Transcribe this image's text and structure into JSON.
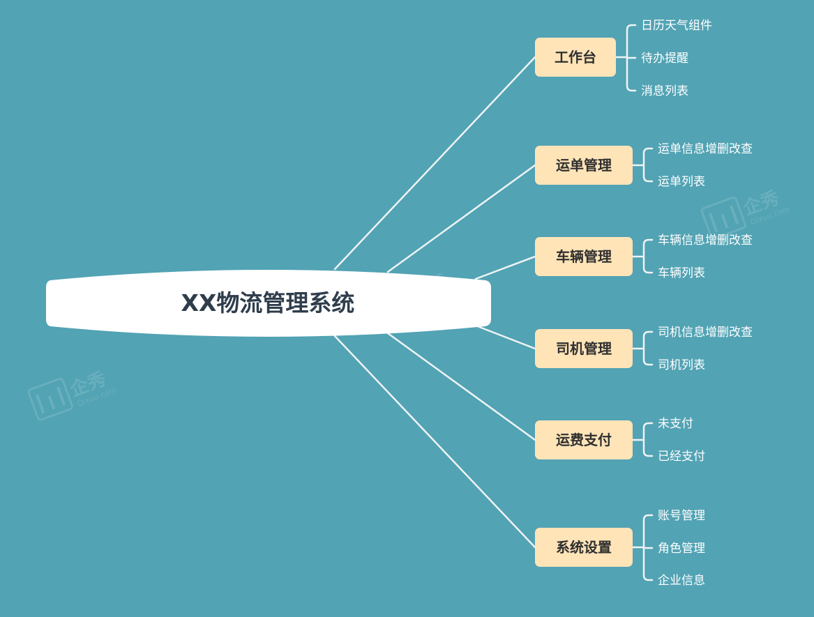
{
  "root": {
    "label": "XX物流管理系统"
  },
  "branches": [
    {
      "label": "工作台",
      "children": [
        "日历天气组件",
        "待办提醒",
        "消息列表"
      ]
    },
    {
      "label": "运单管理",
      "children": [
        "运单信息增删改查",
        "运单列表"
      ]
    },
    {
      "label": "车辆管理",
      "children": [
        "车辆信息增删改查",
        "车辆列表"
      ]
    },
    {
      "label": "司机管理",
      "children": [
        "司机信息增删改查",
        "司机列表"
      ]
    },
    {
      "label": "运费支付",
      "children": [
        "未支付",
        "已经支付"
      ]
    },
    {
      "label": "系统设置",
      "children": [
        "账号管理",
        "角色管理",
        "企业信息"
      ]
    }
  ],
  "watermark": {
    "brand": "企秀",
    "domain": "Qixuu.com"
  },
  "colors": {
    "background": "#52a3b4",
    "root_fill": "#ffffff",
    "root_text": "#2f3d4c",
    "branch_fill": "#ffe4b8",
    "branch_text": "#2f2f2f",
    "connector": "#eef4f5",
    "leaf_text": "#ffffff"
  }
}
